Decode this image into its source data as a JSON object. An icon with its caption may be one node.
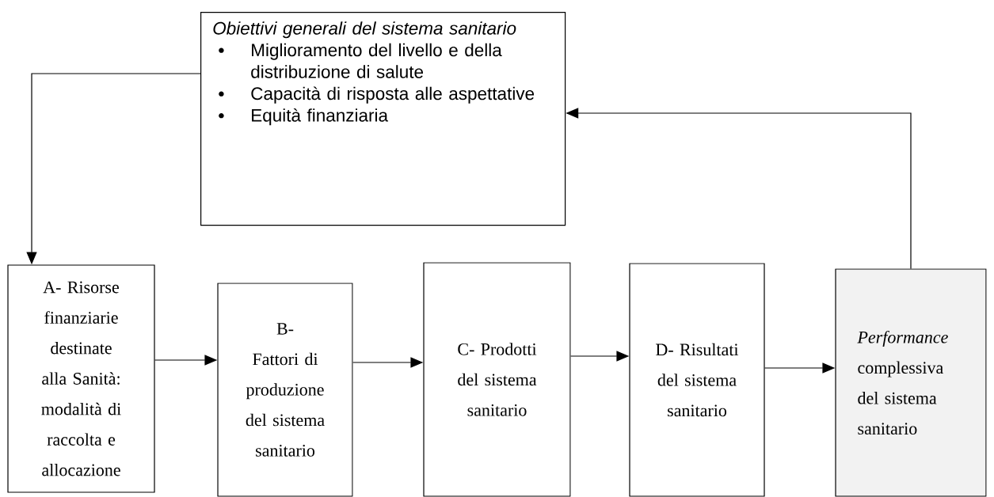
{
  "diagram": {
    "nodes": [
      {
        "text": [
          "Obiettivi generali del sistema sanitario",
          "Miglioramento del livello e della distribuzione di salute",
          "Capacità di risposta alle aspettative",
          "Equità finanziaria"
        ]
      },
      {
        "text": [
          "A- Risorse finanziarie destinate alla Sanità: modalità di raccolta e allocazione"
        ]
      },
      {
        "text": [
          "B- Fattori di produzione del sistema sanitario"
        ]
      },
      {
        "text": [
          "C- Prodotti del sistema sanitario"
        ]
      },
      {
        "text": [
          "D- Risultati del sistema sanitario"
        ]
      },
      {
        "text": [
          "*Performance* complessiva del sistema sanitario"
        ]
      }
    ],
    "edges": [
      {
        "from": 0,
        "to": 1,
        "arrow": "to"
      },
      {
        "from": 1,
        "to": 2,
        "arrow": "to"
      },
      {
        "from": 2,
        "to": 3,
        "arrow": "to"
      },
      {
        "from": 3,
        "to": 4,
        "arrow": "to"
      },
      {
        "from": 4,
        "to": 5,
        "arrow": "to"
      },
      {
        "from": 5,
        "to": 0,
        "arrow": "to"
      }
    ]
  }
}
